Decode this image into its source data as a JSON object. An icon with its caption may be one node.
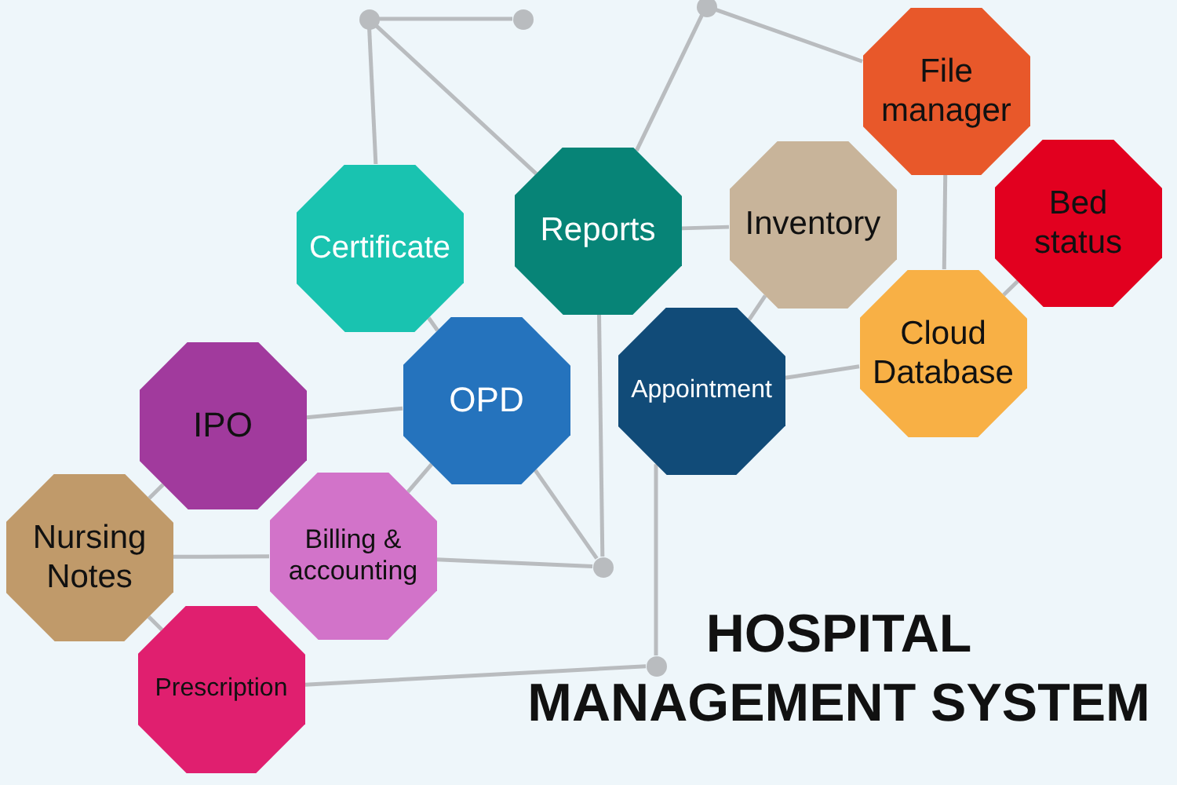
{
  "diagram": {
    "title": "HOSPITAL MANAGEMENT SYSTEM",
    "nodes": [
      {
        "text": [],
        "shape": "circle"
      },
      {
        "text": [],
        "shape": "circle"
      },
      {
        "text": [],
        "shape": "circle"
      },
      {
        "text": [
          "File manager"
        ]
      },
      {
        "text": [
          "Certificate"
        ]
      },
      {
        "text": [
          "Reports"
        ]
      },
      {
        "text": [
          "Inventory"
        ]
      },
      {
        "text": [
          "Bed status"
        ]
      },
      {
        "text": [
          "Cloud Database"
        ]
      },
      {
        "text": [
          "Appointment"
        ]
      },
      {
        "text": [
          "OPD"
        ]
      },
      {
        "text": [
          "IPO"
        ]
      },
      {
        "text": [
          "Nursing Notes"
        ]
      },
      {
        "text": [
          "Billing & accounting"
        ]
      },
      {
        "text": [],
        "shape": "circle"
      },
      {
        "text": [
          "Prescription"
        ]
      },
      {
        "text": [],
        "shape": "circle"
      }
    ],
    "edges": [
      {
        "from": 0,
        "to": 1,
        "arrow": "none"
      },
      {
        "from": 0,
        "to": 4,
        "arrow": "none"
      },
      {
        "from": 0,
        "to": 5,
        "arrow": "none"
      },
      {
        "from": 2,
        "to": 5,
        "arrow": "none"
      },
      {
        "from": 2,
        "to": 3,
        "arrow": "none"
      },
      {
        "from": 5,
        "to": 6,
        "arrow": "none"
      },
      {
        "from": 3,
        "to": 8,
        "arrow": "none"
      },
      {
        "from": 7,
        "to": 8,
        "arrow": "none"
      },
      {
        "from": 6,
        "to": 9,
        "arrow": "none"
      },
      {
        "from": 9,
        "to": 8,
        "arrow": "none"
      },
      {
        "from": 4,
        "to": 10,
        "arrow": "none"
      },
      {
        "from": 5,
        "to": 14,
        "arrow": "none"
      },
      {
        "from": 10,
        "to": 14,
        "arrow": "none"
      },
      {
        "from": 13,
        "to": 14,
        "arrow": "none"
      },
      {
        "from": 11,
        "to": 10,
        "arrow": "none"
      },
      {
        "from": 11,
        "to": 12,
        "arrow": "none"
      },
      {
        "from": 10,
        "to": 13,
        "arrow": "none"
      },
      {
        "from": 12,
        "to": 13,
        "arrow": "none"
      },
      {
        "from": 12,
        "to": 15,
        "arrow": "none"
      },
      {
        "from": 15,
        "to": 16,
        "arrow": "none"
      },
      {
        "from": 9,
        "to": 16,
        "arrow": "none"
      }
    ]
  }
}
